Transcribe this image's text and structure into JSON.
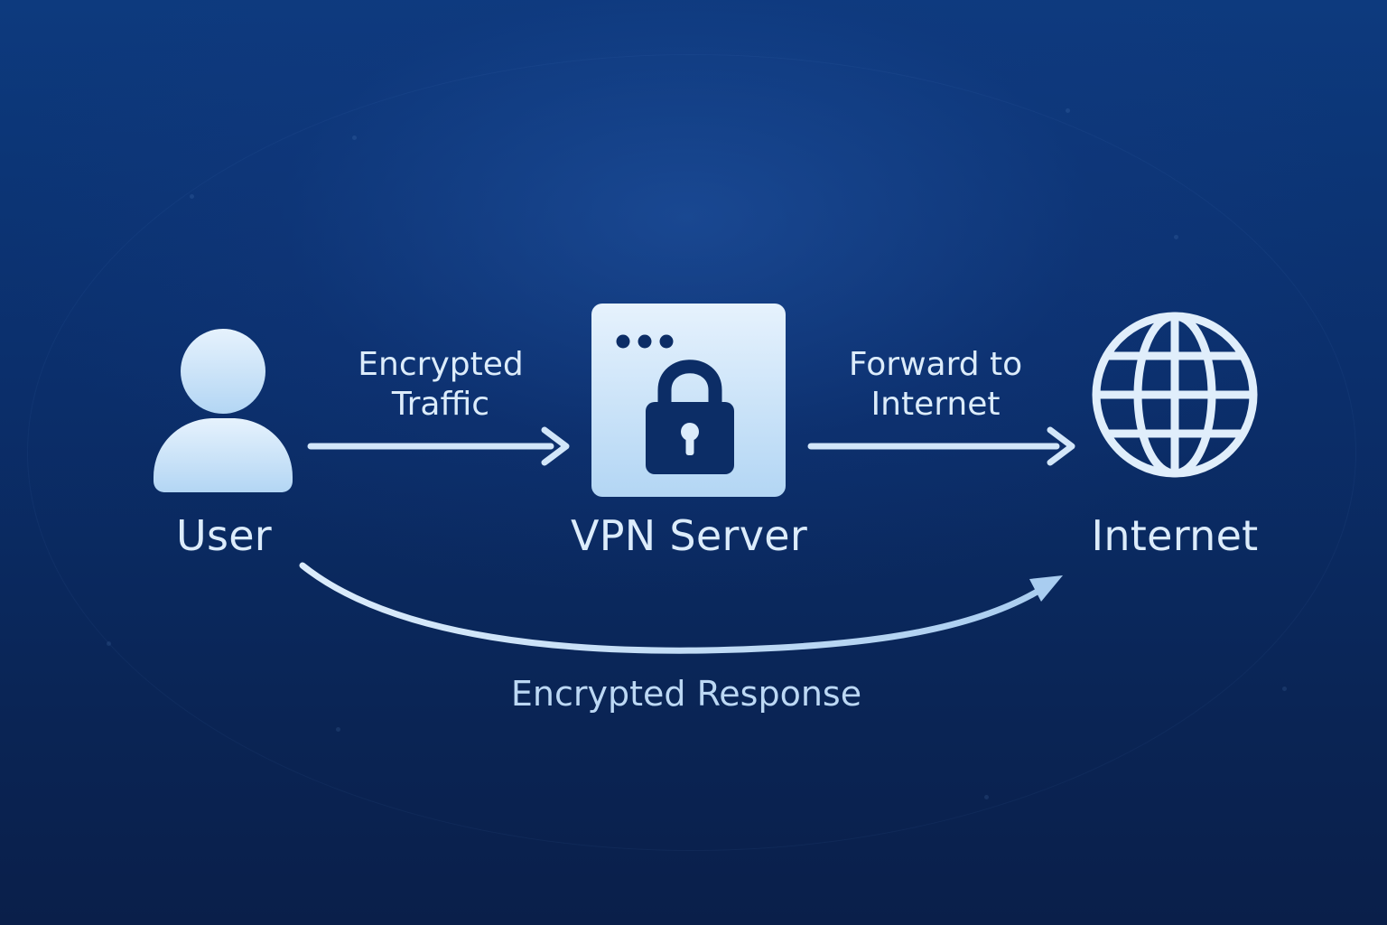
{
  "nodes": {
    "user": {
      "label": "User",
      "icon": "user-icon"
    },
    "vpn_server": {
      "label": "VPN Server",
      "icon": "lock-icon"
    },
    "internet": {
      "label": "Internet",
      "icon": "globe-icon"
    }
  },
  "edges": {
    "encrypted_traffic": {
      "line1": "Encrypted",
      "line2": "Traffic"
    },
    "forward_to_internet": {
      "line1": "Forward to",
      "line2": "Internet"
    },
    "encrypted_response": {
      "label": "Encrypted Response"
    }
  },
  "colors": {
    "background_top": "#0d3a7e",
    "background_bottom": "#0a1f4a",
    "icon_light": "#e3f0fc",
    "icon_gradient_end": "#b3d6f4",
    "text": "#dcecfb",
    "lock_fill": "#0c2d66"
  }
}
